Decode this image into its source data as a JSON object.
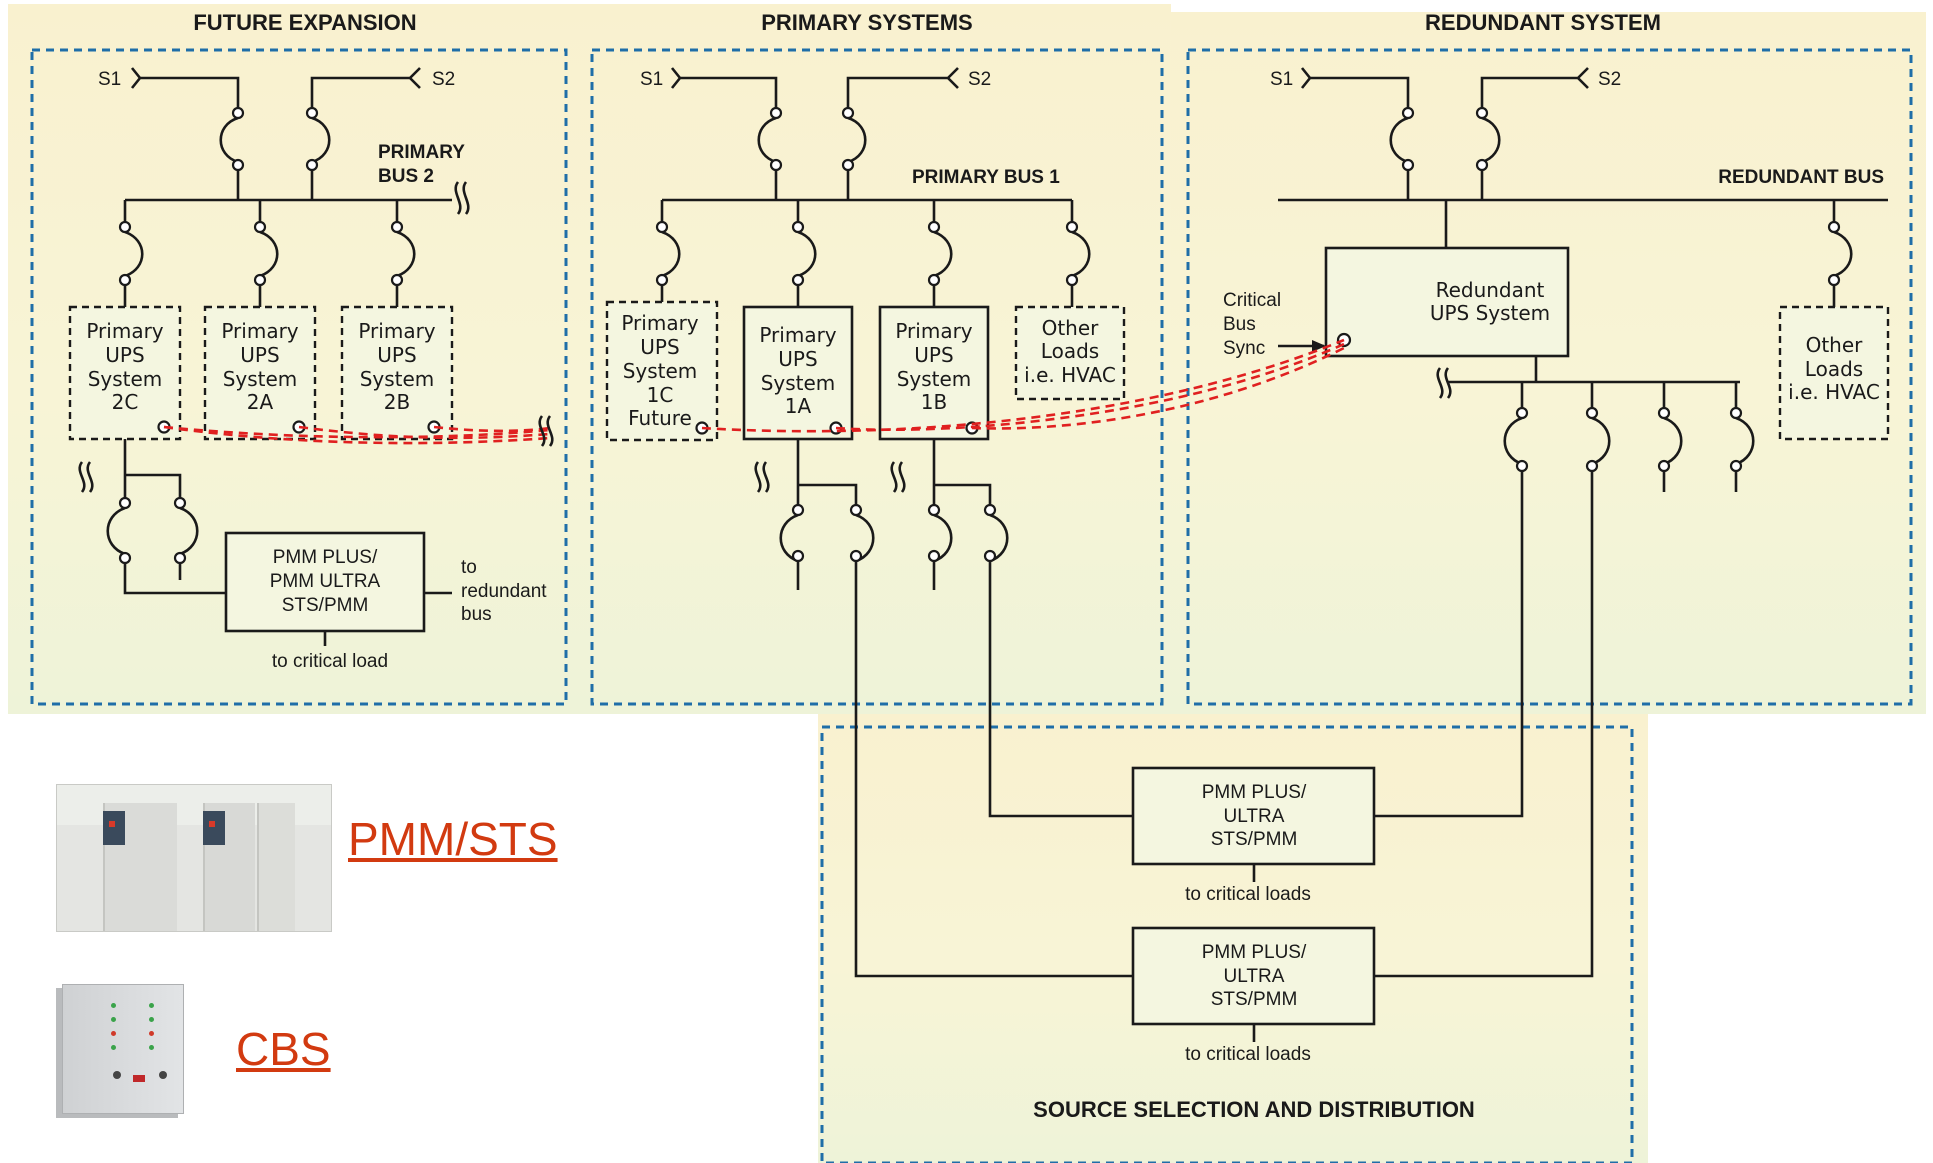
{
  "sections": {
    "future": {
      "title": "FUTURE EXPANSION",
      "bus_line1": "PRIMARY",
      "bus_line2": "BUS 2",
      "ups": [
        {
          "l1": "Primary",
          "l2": "UPS",
          "l3": "System",
          "l4": "2C"
        },
        {
          "l1": "Primary",
          "l2": "UPS",
          "l3": "System",
          "l4": "2A"
        },
        {
          "l1": "Primary",
          "l2": "UPS",
          "l3": "System",
          "l4": "2B"
        }
      ],
      "pmm": {
        "l1": "PMM PLUS/",
        "l2": "PMM ULTRA",
        "l3": "STS/PMM"
      },
      "to_redundant": {
        "l1": "to",
        "l2": "redundant",
        "l3": "bus"
      },
      "to_critical": "to critical load"
    },
    "primary": {
      "title": "PRIMARY SYSTEMS",
      "bus": "PRIMARY BUS 1",
      "ups_1c": {
        "l1": "Primary",
        "l2": "UPS",
        "l3": "System",
        "l4": "1C",
        "l5": "Future"
      },
      "ups_1a": {
        "l1": "Primary",
        "l2": "UPS",
        "l3": "System",
        "l4": "1A"
      },
      "ups_1b": {
        "l1": "Primary",
        "l2": "UPS",
        "l3": "System",
        "l4": "1B"
      },
      "other": {
        "l1": "Other",
        "l2": "Loads",
        "l3": "i.e. HVAC"
      }
    },
    "redundant": {
      "title": "REDUNDANT SYSTEM",
      "bus": "REDUNDANT BUS",
      "ups": {
        "l1": "Redundant",
        "l2": "UPS System"
      },
      "critical_sync": {
        "l1": "Critical",
        "l2": "Bus",
        "l3": "Sync"
      },
      "other": {
        "l1": "Other",
        "l2": "Loads",
        "l3": "i.e. HVAC"
      }
    },
    "distribution": {
      "title": "SOURCE SELECTION AND DISTRIBUTION",
      "pmm1": {
        "l1": "PMM PLUS/",
        "l2": "ULTRA",
        "l3": "STS/PMM",
        "to": "to critical loads"
      },
      "pmm2": {
        "l1": "PMM PLUS/",
        "l2": "ULTRA",
        "l3": "STS/PMM",
        "to": "to critical loads"
      }
    }
  },
  "sources": {
    "s1": "S1",
    "s2": "S2"
  },
  "links": {
    "pmm_sts": "PMM/STS",
    "cbs": "CBS"
  },
  "colors": {
    "zone_border": "#1f6ea8",
    "sync_line": "#e02020",
    "link": "#d23a10",
    "panel_bg": "#f7f4cf"
  }
}
